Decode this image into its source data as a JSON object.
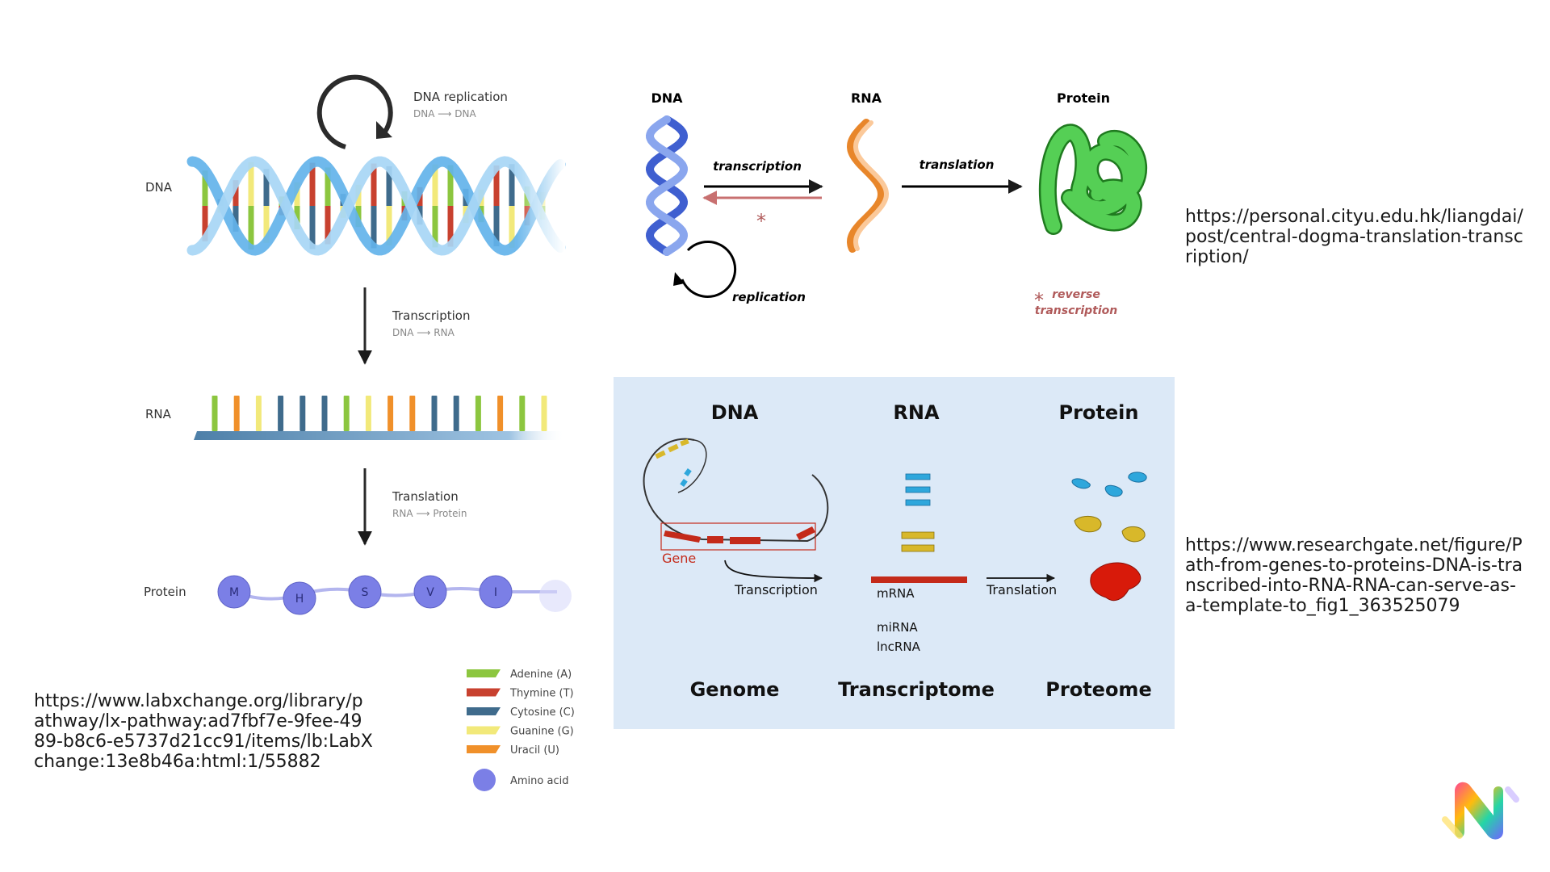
{
  "left_diagram": {
    "dna_label": "DNA",
    "rna_label": "RNA",
    "protein_label": "Protein",
    "replication_title": "DNA replication",
    "replication_sub": "DNA ⟶ DNA",
    "transcription_title": "Transcription",
    "transcription_sub": "DNA ⟶ RNA",
    "translation_title": "Translation",
    "translation_sub": "RNA ⟶ Protein",
    "amino_acids": [
      "M",
      "H",
      "S",
      "V",
      "I"
    ],
    "legend": [
      {
        "label": "Adenine (A)",
        "color": "#8cc63f"
      },
      {
        "label": "Thymine (T)",
        "color": "#c8412f"
      },
      {
        "label": "Cytosine (C)",
        "color": "#3f6b8c"
      },
      {
        "label": "Guanine (G)",
        "color": "#f2e97a"
      },
      {
        "label": "Uracil (U)",
        "color": "#f0902a"
      }
    ],
    "amino_acid_legend": "Amino acid",
    "amino_color": "#7b7fe6"
  },
  "top_diagram": {
    "dna": "DNA",
    "rna": "RNA",
    "protein": "Protein",
    "transcription": "transcription",
    "translation": "translation",
    "replication": "replication",
    "asterisk": "*",
    "reverse_1": "reverse",
    "reverse_2": "transcription",
    "dna_color": "#3f5fd0",
    "rna_color": "#e8862a",
    "protein_color": "#4cc94c",
    "reverse_color": "#b05a5a"
  },
  "bottom_diagram": {
    "dna": "DNA",
    "rna": "RNA",
    "protein": "Protein",
    "gene": "Gene",
    "transcription": "Transcription",
    "translation": "Translation",
    "mrna": "mRNA",
    "mirna": "miRNA",
    "lncrna": "lncRNA",
    "genome": "Genome",
    "transcriptome": "Transcriptome",
    "proteome": "Proteome",
    "panel_color": "#dce9f7",
    "gene_color": "#c42a1a"
  },
  "urls": {
    "left": "https://www.labxchange.org/library/pathway/lx-pathway:ad7fbf7e-9fee-4989-b8c6-e5737d21cc91/items/lb:LabXchange:13e8b46a:html:1/55882",
    "top_right": "https://personal.cityu.edu.hk/liangdai/post/central-dogma-translation-transcription/",
    "mid_right": "https://www.researchgate.net/figure/Path-from-genes-to-proteins-DNA-is-transcribed-into-RNA-RNA-can-serve-as-a-template-to_fig1_363525079"
  }
}
